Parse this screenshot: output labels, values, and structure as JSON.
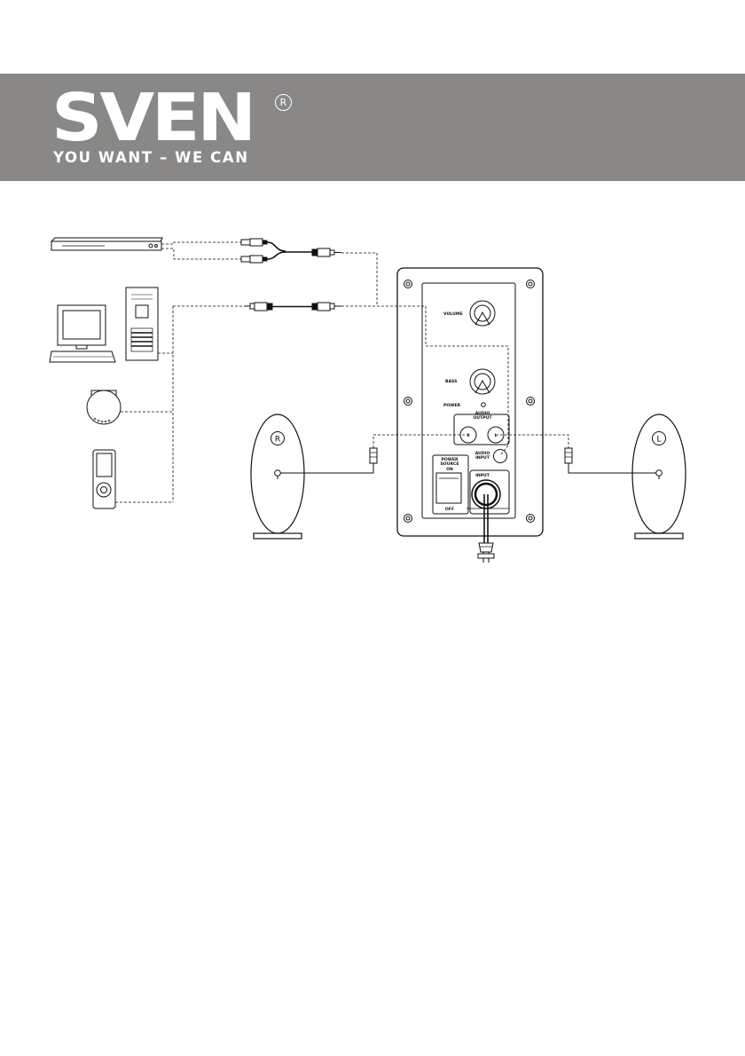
{
  "brand": {
    "logo": "SVEN",
    "registered_mark": "R",
    "tagline": "YOU WANT – WE CAN",
    "banner_color": "#8a8887"
  },
  "devices": {
    "dvd_player": "dvd-player-icon",
    "computer": "computer-icon",
    "cd_player": "cd-player-icon",
    "mp3_player": "mp3-player-icon"
  },
  "panel": {
    "volume": "VOLUME",
    "bass": "BASS",
    "power": "POWER",
    "audio_output_1": "AUDIO",
    "audio_output_2": "OUTPUT",
    "jack_r": "R",
    "jack_l": "L",
    "audio_input_1": "AUDIO",
    "audio_input_2": "INPUT",
    "power_source_1": "POWER",
    "power_source_2": "SOURCE",
    "on": "ON",
    "off": "OFF",
    "input": "INPUT"
  },
  "speakers": {
    "right": "R",
    "left": "L"
  }
}
